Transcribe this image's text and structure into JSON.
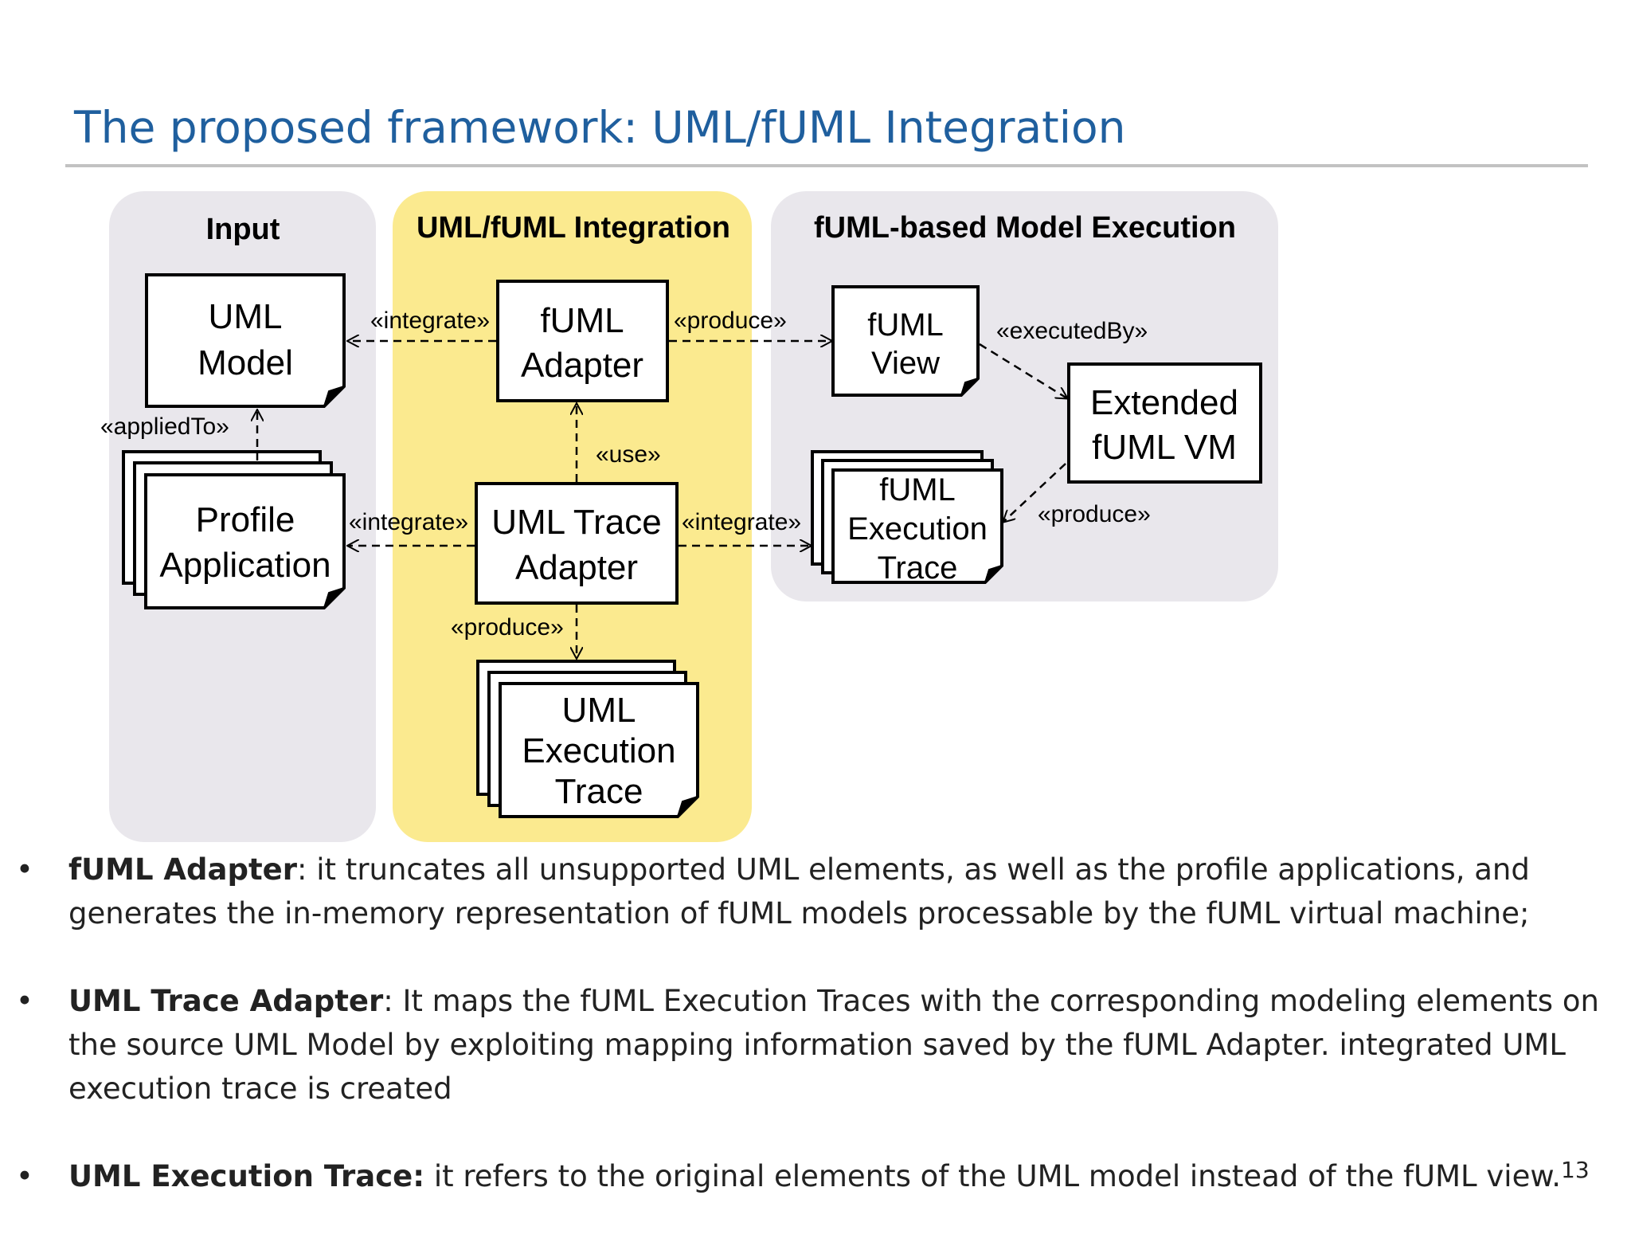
{
  "slide": {
    "title": "The proposed framework: UML/fUML Integration",
    "page_number": "13"
  },
  "diagram": {
    "panels": {
      "input": "Input",
      "integration": "UML/fUML Integration",
      "execution": "fUML-based Model Execution"
    },
    "nodes": {
      "uml_model": [
        "UML",
        "Model"
      ],
      "profile_application": [
        "Profile",
        "Application"
      ],
      "fuml_adapter": [
        "fUML",
        "Adapter"
      ],
      "uml_trace_adapter": [
        "UML Trace",
        "Adapter"
      ],
      "uml_execution_trace": [
        "UML",
        "Execution",
        "Trace"
      ],
      "fuml_view": [
        "fUML",
        "View"
      ],
      "extended_fuml_vm": [
        "Extended",
        "fUML VM"
      ],
      "fuml_execution_trace": [
        "fUML",
        "Execution",
        "Trace"
      ]
    },
    "edge_labels": {
      "integrate_model": "«integrate»",
      "applied_to": "«appliedTo»",
      "produce_view": "«produce»",
      "executed_by": "«executedBy»",
      "use": "«use»",
      "integrate_profile": "«integrate»",
      "integrate_fuml_trace": "«integrate»",
      "produce_uml_trace": "«produce»",
      "produce_fuml_trace": "«produce»"
    },
    "colors": {
      "panel_grey": "#e9e7ec",
      "panel_yellow": "#fbea8f",
      "stroke": "#000000"
    }
  },
  "bullets": [
    {
      "term": "fUML Adapter",
      "text": ": it truncates all unsupported UML elements, as well as the profile applications, and generates the in-memory representation of fUML models processable by the fUML virtual machine;"
    },
    {
      "term": "UML Trace Adapter",
      "text": ": It maps the fUML Execution Traces with the corresponding modeling elements on the source UML Model by exploiting mapping information saved by the fUML Adapter. integrated UML execution trace is created"
    },
    {
      "term": "UML Execution Trace:",
      "text": " it refers to the original elements of the UML model instead of the fUML view."
    }
  ]
}
